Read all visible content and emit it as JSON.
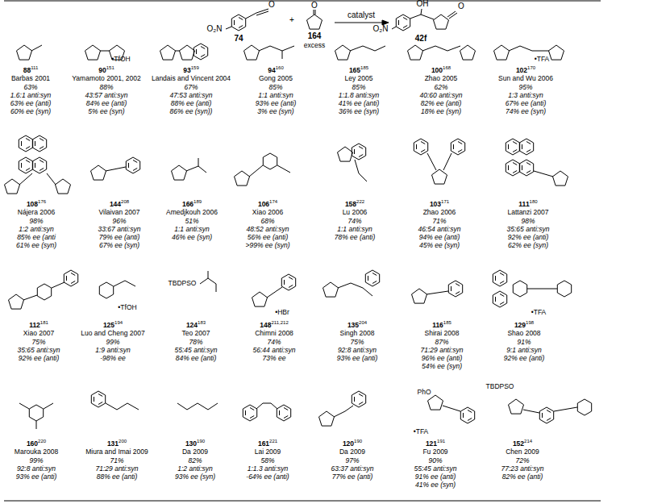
{
  "diagram": {
    "labels": [
      "O",
      "O₂N",
      "74",
      "+",
      "O",
      "164",
      "excess",
      "catalyst",
      "OH",
      "O",
      "O₂N",
      "42f",
      "•TfOH",
      "•TFA",
      "•TfOH",
      "TBDPSO",
      "•HBr",
      "•TFA",
      "PhO",
      "•TFA",
      "TBDPSO",
      "88",
      "111",
      "Barbas 2001",
      "63%",
      "1.6:1 anti:syn",
      "63% ee (anti)",
      "60% ee (syn)",
      "90",
      "151",
      "Yamamoto 2001, 2002",
      "88%",
      "43:57 anti:syn",
      "84% ee (anti)",
      "5% ee (syn)",
      "93",
      "159",
      "Landais and Vincent 2004",
      "67%",
      "47:53 anti:syn",
      "88% ee (anti)",
      "86% ee (syn))",
      "94",
      "160",
      "Gong 2005",
      "85%",
      "1:1 anti:syn",
      "93% ee (anti)",
      "3% ee (syn)",
      "165",
      "185",
      "Ley 2005",
      "85%",
      "1:1.8 anti:syn",
      "41% ee (anti)",
      "36% ee (syn)",
      "100",
      "168",
      "Zhao 2005",
      "62%",
      "40:60 anti:syn",
      "82% ee (anti)",
      "18% ee (syn)",
      "102",
      "170",
      "Sun and Wu 2006",
      "95%",
      "1:3 anti:syn",
      "67% ee (anti)",
      "74% ee (syn)",
      "108",
      "176",
      "Nájera 2006",
      "98%",
      "1:2 anti:syn",
      "85% ee (anti",
      "61% ee (syn)",
      "144",
      "208",
      "Vilaivan 2007",
      "96%",
      "33:67 anti:syn",
      "79% ee (anti)",
      "67% ee (syn)",
      "166",
      "189",
      "Amedjkouh 2006",
      "51%",
      "1:1 anti:syn",
      "46% ee (syn)",
      "106",
      "174",
      "Xiao 2006",
      "68%",
      "48:52 anti:syn",
      "56% ee (anti)",
      ">99% ee (syn)",
      "158",
      "222",
      "Lu 2006",
      "74%",
      "1:1 anti:syn",
      "78% ee (anti)",
      "103",
      "171",
      "Zhao 2006",
      "71%",
      "46:54 anti:syn",
      "94% ee (anti)",
      "45% ee (syn)",
      "111",
      "180",
      "Lattanzi 2007",
      "98%",
      "35:65 anti:syn",
      "92% ee (anti)",
      "62% ee (syn)",
      "112",
      "181",
      "Xiao 2007",
      "75%",
      "35:65 anti:syn",
      "92% ee (anti)",
      "125",
      "194",
      "Luo and Cheng 2007",
      "99%",
      "1:9 anti:syn",
      "-98% ee",
      "124",
      "183",
      "Teo 2007",
      "78%",
      "55:45 anti:syn",
      "84% ee (anti)",
      "148",
      "211,212",
      "Chimni 2008",
      "74%",
      "56:44 anti:syn",
      "73% ee",
      "135",
      "204",
      "Singh 2008",
      "75%",
      "92:8 anti:syn",
      "93% ee (anti)",
      "116",
      "185",
      "Shirai 2008",
      "87%",
      "71:29 anti:syn",
      "96% ee (anti)",
      "54% ee (syn)",
      "129",
      "198",
      "Shao 2008",
      "91%",
      "9:1 anti:syn",
      "92% ee (anti)",
      "160",
      "220",
      "Marouka 2008",
      "99%",
      "92:8 anti:syn",
      "93% ee (anti)",
      "131",
      "200",
      "Miura and Imai 2009",
      "71%",
      "71:29 anti:syn",
      "88% ee (anti)",
      "130",
      "190",
      "Da 2009",
      "82%",
      "1:2 anti:syn",
      "93% ee (syn)",
      "161",
      "221",
      "Lai 2009",
      "58%",
      "1:1.3 anti:syn",
      "-64% ee (anti)",
      "120",
      "190",
      "Da 2009",
      "97%",
      "63:37 anti:syn",
      "77% ee (anti)",
      "121",
      "191",
      "Fu 2009",
      "90%",
      "55:45 anti:syn",
      "91% ee (anti)",
      "41% ee (syn)",
      "152",
      "214",
      "Chen 2009",
      "72%",
      "77:23 anti:syn",
      "82% ee (anti)"
    ]
  }
}
